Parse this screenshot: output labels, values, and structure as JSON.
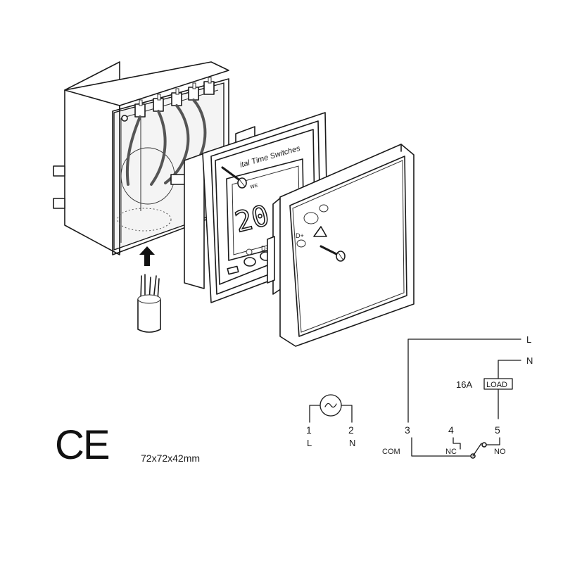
{
  "device_drawing": {
    "front_panel_text": "ital Time Switches",
    "lcd_small_label": "WE",
    "lcd_digits": "20:",
    "button_label": "D+",
    "cover_button_label": "D+"
  },
  "certification": {
    "mark": "CE",
    "dimensions": "72x72x42mm"
  },
  "wiring": {
    "line_label": "L",
    "neutral_label": "N",
    "load_rating": "16A",
    "load_label": "LOAD",
    "supply_terminals": [
      {
        "number": "1",
        "label": "L"
      },
      {
        "number": "2",
        "label": "N"
      }
    ],
    "relay_terminals": [
      {
        "number": "3",
        "label": "COM"
      },
      {
        "number": "4",
        "label": "NC"
      },
      {
        "number": "5",
        "label": "NO"
      }
    ]
  }
}
